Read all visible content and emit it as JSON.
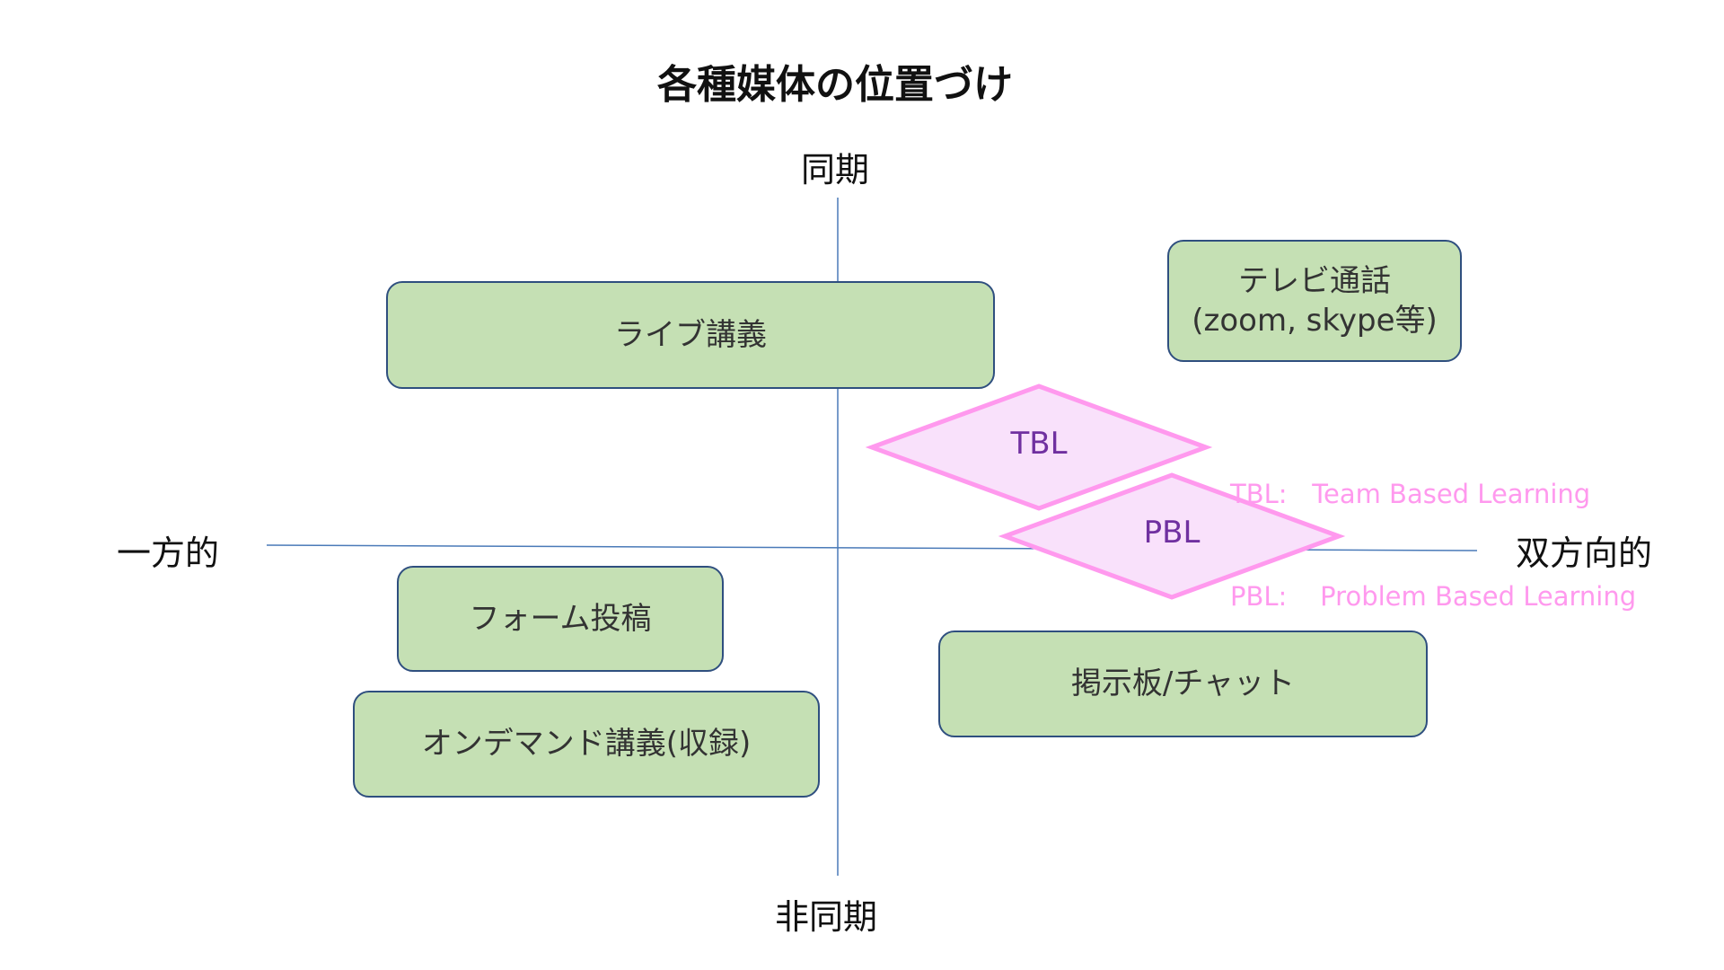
{
  "title": "各種媒体の位置づけ",
  "axes": {
    "top": "同期",
    "bottom": "非同期",
    "left": "一方的",
    "right": "双方向的"
  },
  "boxes": {
    "live": "ライブ講義",
    "video_call_line1": "テレビ通話",
    "video_call_line2": "(zoom, skype等)",
    "form": "フォーム投稿",
    "on_demand": "オンデマンド講義(収録)",
    "board": "掲示板/チャット"
  },
  "diamonds": {
    "tbl": "TBL",
    "pbl": "PBL"
  },
  "legend": {
    "tbl": "TBL:   Team Based Learning",
    "pbl": "PBL:    Problem Based Learning"
  },
  "colors": {
    "box_fill": "#c5e0b4",
    "box_border": "#2f4f7f",
    "diamond_fill": "#f9e1fb",
    "diamond_border": "#ff99ee",
    "diamond_text": "#7030a0",
    "legend_text": "#ff99ee",
    "axis_line": "#4a7ab8"
  }
}
